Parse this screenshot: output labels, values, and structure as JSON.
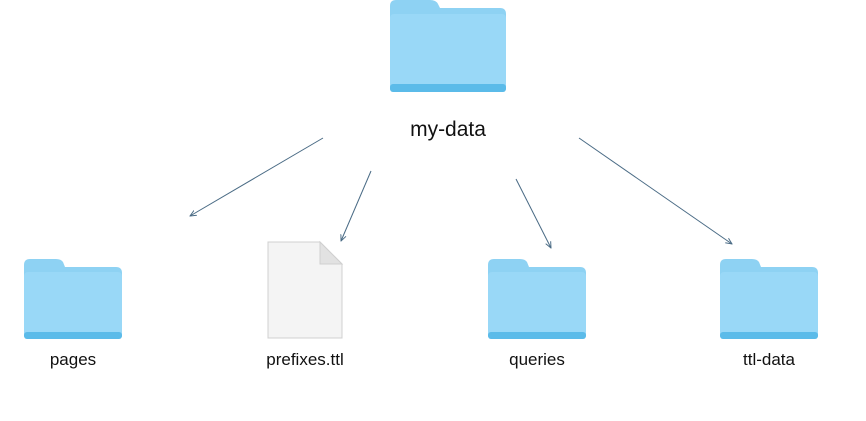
{
  "root": {
    "label": "my-data",
    "icon": "folder-icon"
  },
  "children": [
    {
      "label": "pages",
      "icon": "folder-icon"
    },
    {
      "label": "prefixes.ttl",
      "icon": "document-icon"
    },
    {
      "label": "queries",
      "icon": "folder-icon"
    },
    {
      "label": "ttl-data",
      "icon": "folder-icon"
    }
  ],
  "colors": {
    "folder_light": "#99d8f7",
    "folder_tab": "#8ed2f3",
    "folder_dark": "#5bbbe9",
    "arrow": "#4a6b85",
    "document": "#f4f4f4"
  }
}
